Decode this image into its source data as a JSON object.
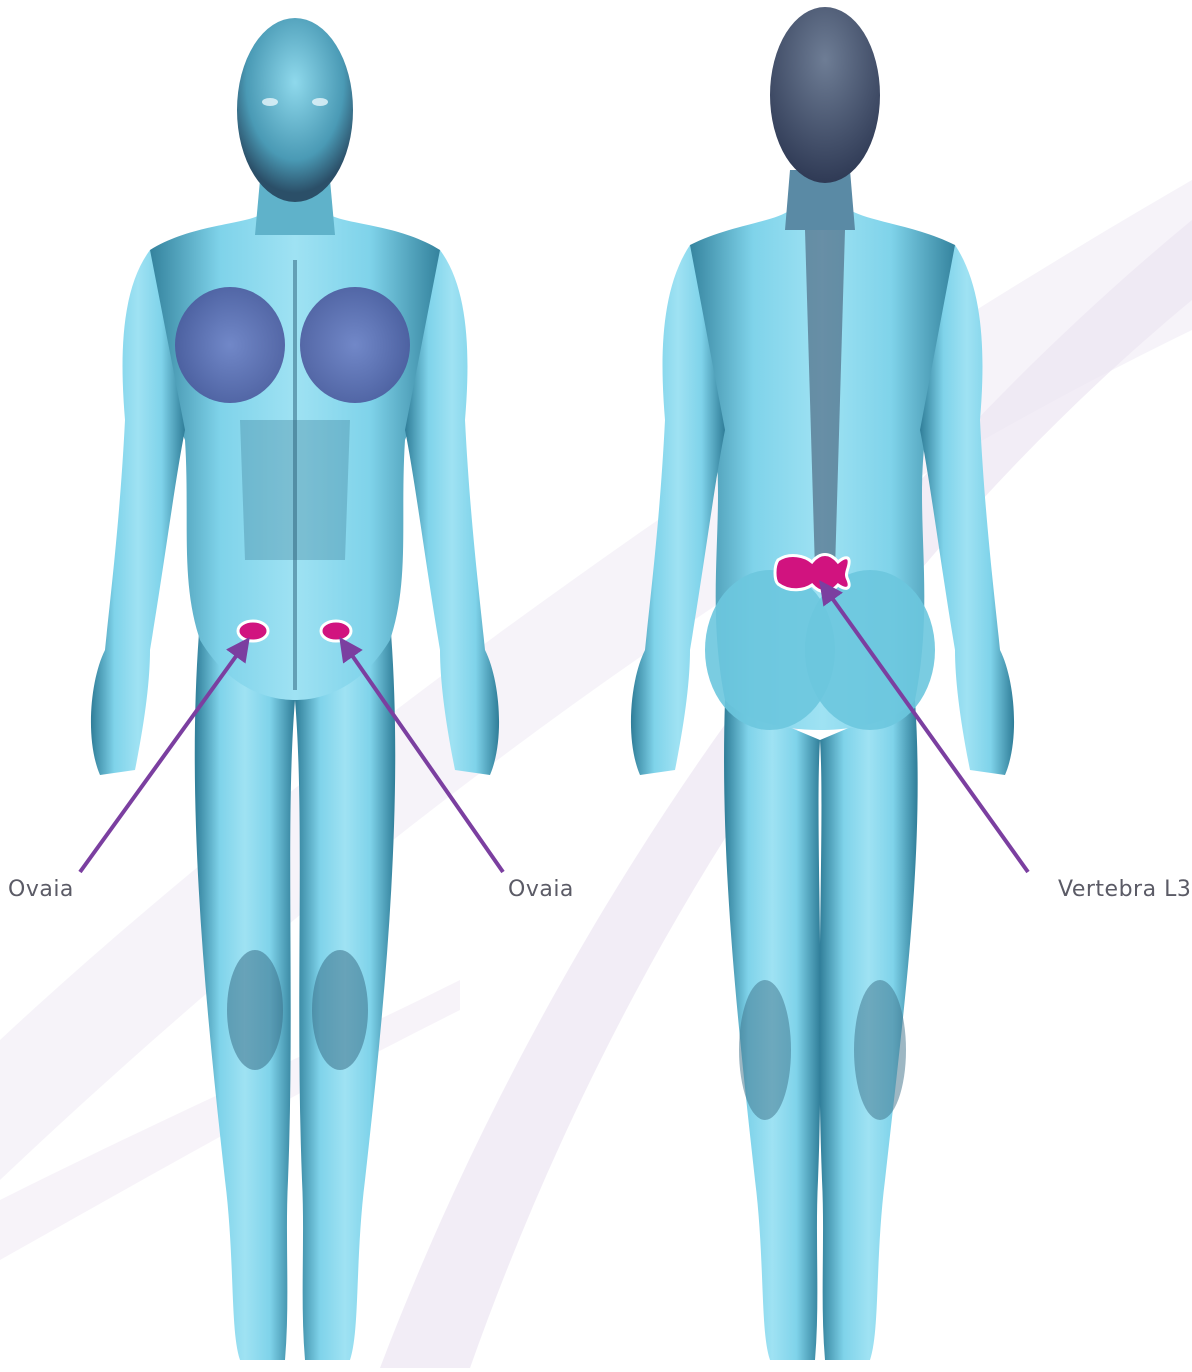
{
  "labels": {
    "left_ovary": "Ovaia",
    "right_ovary": "Ovaia",
    "vertebra": "Vertebra L3"
  },
  "figures": [
    "front-view",
    "back-view"
  ],
  "colors": {
    "background": "#ffffff",
    "swoosh": "#efe9f4",
    "body_light": "#9fe2f3",
    "body_mid": "#4fb3cc",
    "body_dark": "#2b5f78",
    "marker": "#d1137f",
    "marker_outline": "#ffffff",
    "arrow": "#7b3fa0",
    "label_text": "#5b5b66"
  }
}
